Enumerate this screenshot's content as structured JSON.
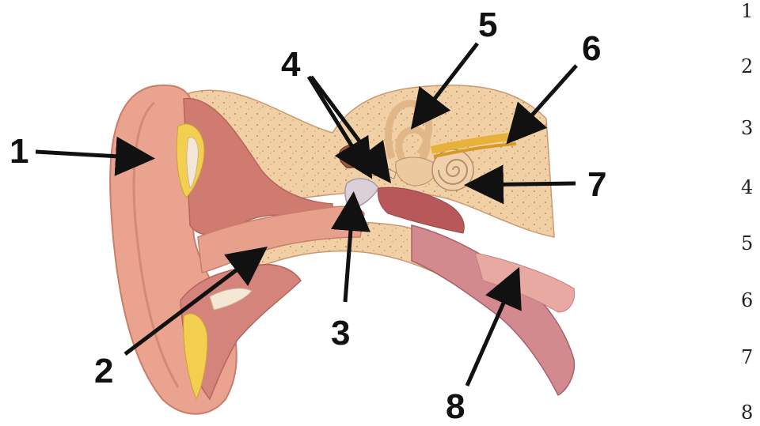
{
  "diagram": {
    "callouts": [
      "1",
      "2",
      "3",
      "4",
      "5",
      "6",
      "7",
      "8"
    ],
    "answer_numbers": [
      "1",
      "2",
      "3",
      "4",
      "5",
      "6",
      "7",
      "8"
    ]
  },
  "colors": {
    "skin": "#e9a38f",
    "skin_dark": "#d07f6b",
    "bone": "#f1d0a6",
    "bone_speckle": "#b98a64",
    "cartilage": "#f4e7d6",
    "fat": "#f2cf4e",
    "muscle": "#c9706a",
    "nerve": "#e8b23a",
    "arrow": "#111111"
  }
}
